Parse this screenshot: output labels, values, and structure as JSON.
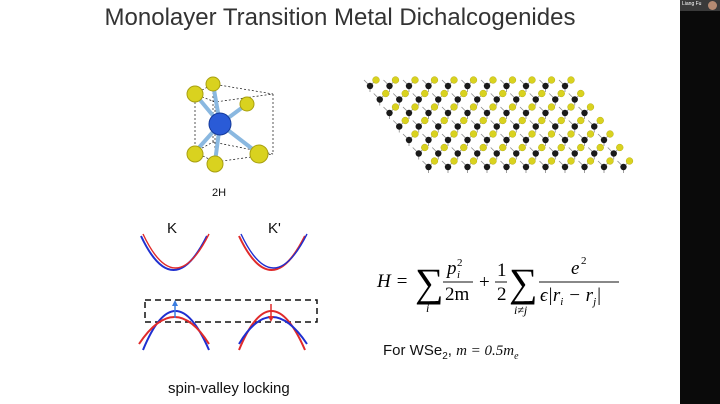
{
  "slide": {
    "title": "Monolayer Transition Metal Dichalcogenides",
    "structure_label": "2H",
    "valley_k_label": "K",
    "valley_kprime_label": "K'",
    "spin_valley_label": "spin-valley locking",
    "hamiltonian": {
      "lhs": "H =",
      "sum1_index": "i",
      "kinetic_num": "p",
      "kinetic_sub": "i",
      "kinetic_sup": "2",
      "kinetic_den": "2m",
      "plus": "+",
      "half_num": "1",
      "half_den": "2",
      "sum2_index": "i≠j",
      "coulomb_num": "e",
      "coulomb_sup": "2",
      "coulomb_den": "ϵ|r",
      "coulomb_den_i": "i",
      "coulomb_den_minus": " − r",
      "coulomb_den_j": "j",
      "coulomb_den_end": "|"
    },
    "mass_line": {
      "prefix": "For WSe",
      "sub": "2",
      "sep": ", ",
      "eq": "m = 0.5m",
      "eq_sub": "e"
    }
  },
  "video": {
    "participant_name": "Liang Fu"
  },
  "colors": {
    "chalcogen": "#d9d21f",
    "metal_atom": "#2a5bd7",
    "lattice_metal": "#1a1a1a",
    "band_red": "#e02a2a",
    "band_blue": "#1f2fd0",
    "arrow_blue": "#3a7de0"
  },
  "icons": [
    "structure-model-icon",
    "lattice-icon",
    "band-diagram-icon",
    "participant-avatar-icon"
  ]
}
